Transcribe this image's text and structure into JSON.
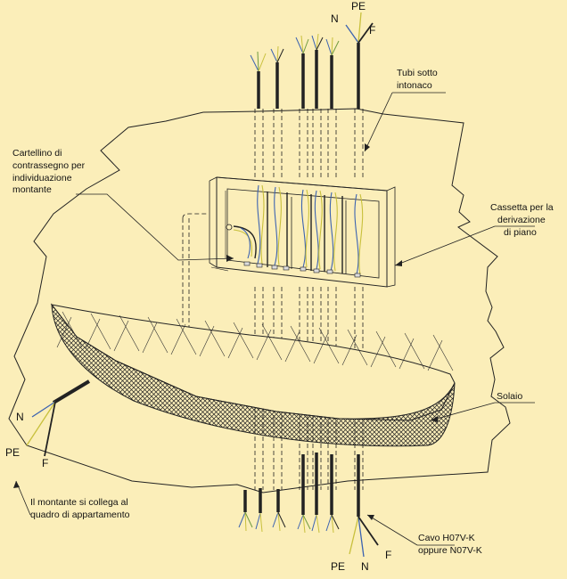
{
  "labels": {
    "tubi": [
      "Tubi  sotto",
      "intonaco"
    ],
    "cartellino": [
      "Cartellino di",
      "contrassegno  per",
      "individuazione",
      "montante"
    ],
    "cassetta": [
      "Cassetta per la",
      "derivazione",
      "di piano"
    ],
    "solaio": "Solaio",
    "montante": [
      "Il montante si collega al",
      "quadro di appartamento"
    ],
    "cavo": [
      "Cavo H07V-K",
      "oppure N07V-K"
    ]
  },
  "wires": {
    "top": {
      "n": "N",
      "pe": "PE",
      "f": "F"
    },
    "left": {
      "n": "N",
      "pe": "PE",
      "f": "F"
    },
    "bottom": {
      "pe": "PE",
      "n": "N",
      "f": "F"
    }
  },
  "colors": {
    "background": "#fbeeb9",
    "line": "#1a1a1a",
    "wire_blue": "#3c63b0",
    "wire_yellow": "#c8c03c",
    "wire_green": "#6f9a3e"
  }
}
